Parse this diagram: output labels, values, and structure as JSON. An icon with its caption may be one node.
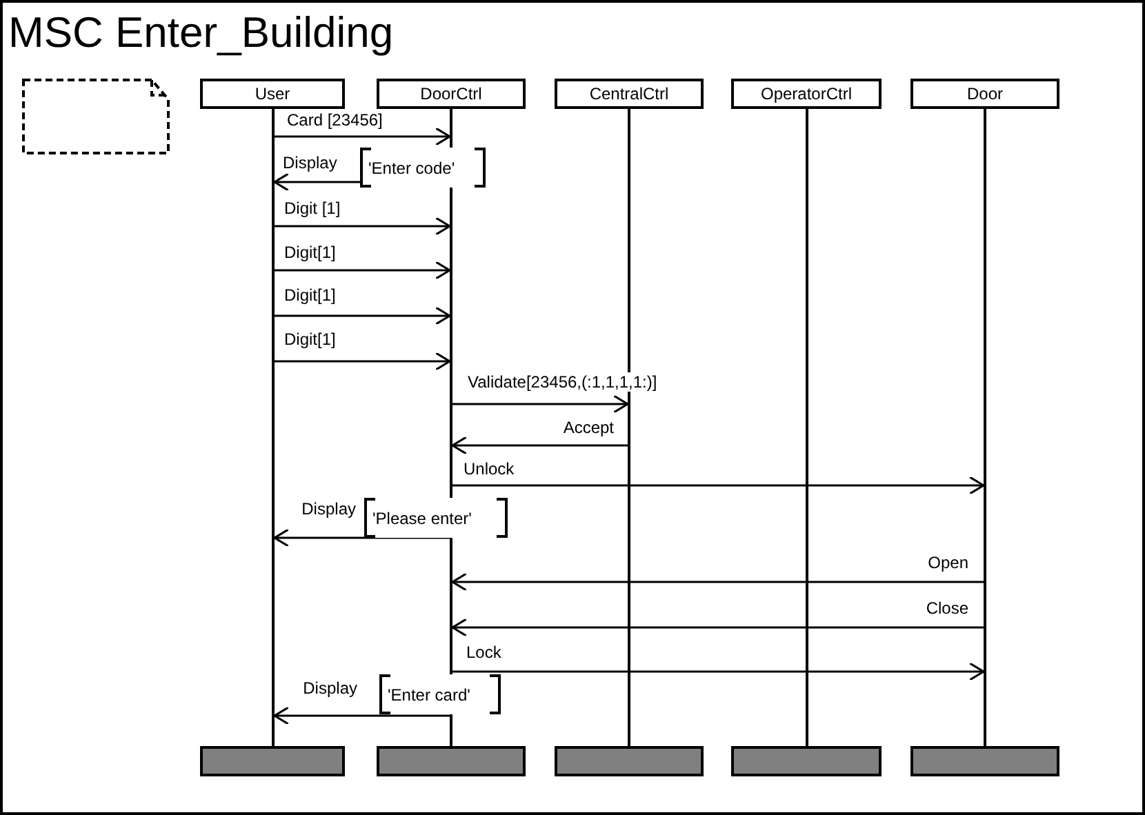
{
  "diagram": {
    "title": "MSC Enter_Building",
    "nodes": [
      {
        "text": [],
        "shape": "box"
      },
      {
        "text": [
          "User"
        ]
      },
      {
        "text": [
          "DoorCtrl"
        ]
      },
      {
        "text": [
          "CentralCtrl"
        ]
      },
      {
        "text": [
          "OperatorCtrl"
        ]
      },
      {
        "text": [
          "Door"
        ]
      },
      {
        "text": [],
        "shape": "line"
      },
      {
        "text": [],
        "shape": "line"
      },
      {
        "text": [],
        "shape": "line"
      },
      {
        "text": [],
        "shape": "line"
      },
      {
        "text": [],
        "shape": "line"
      },
      {
        "text": [],
        "shape": "bar"
      },
      {
        "text": [],
        "shape": "bar"
      },
      {
        "text": [],
        "shape": "bar"
      },
      {
        "text": [],
        "shape": "bar"
      },
      {
        "text": [],
        "shape": "bar"
      }
    ],
    "edges": [
      {
        "from": 6,
        "to": 7,
        "arrow": "to",
        "label": "Card [23456]"
      },
      {
        "from": 7,
        "to": 6,
        "arrow": "to",
        "label": "Display"
      },
      {
        "from": 6,
        "to": 7,
        "arrow": "to",
        "label": "Digit [1]"
      },
      {
        "from": 6,
        "to": 7,
        "arrow": "to",
        "label": "Digit[1]"
      },
      {
        "from": 6,
        "to": 7,
        "arrow": "to",
        "label": "Digit[1]"
      },
      {
        "from": 6,
        "to": 7,
        "arrow": "to",
        "label": "Digit[1]"
      },
      {
        "from": 7,
        "to": 8,
        "arrow": "to",
        "label": "Validate[23456,(:1,1,1,1:)]"
      },
      {
        "from": 8,
        "to": 7,
        "arrow": "to",
        "label": "Accept"
      },
      {
        "from": 7,
        "to": 10,
        "arrow": "to",
        "label": "Unlock"
      },
      {
        "from": 7,
        "to": 6,
        "arrow": "to",
        "label": "Display"
      },
      {
        "from": 10,
        "to": 7,
        "arrow": "to",
        "label": "Open"
      },
      {
        "from": 10,
        "to": 7,
        "arrow": "to",
        "label": "Close"
      },
      {
        "from": 7,
        "to": 10,
        "arrow": "to",
        "label": "Lock"
      },
      {
        "from": 7,
        "to": 6,
        "arrow": "to",
        "label": "Display"
      }
    ],
    "labels": [
      "'Enter code'",
      "'Please enter'",
      "'Enter card'"
    ]
  }
}
